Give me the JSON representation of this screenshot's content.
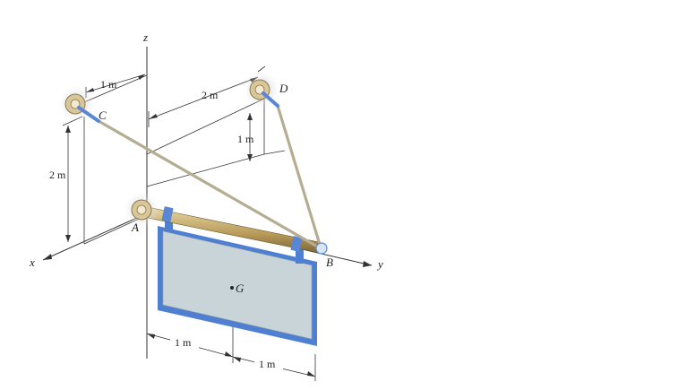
{
  "figure": {
    "axes": {
      "x": "x",
      "y": "y",
      "z": "z"
    },
    "points": {
      "A": "A",
      "B": "B",
      "C": "C",
      "D": "D",
      "G": "G"
    },
    "dimensions": {
      "c_offset": "1 m",
      "d_offset": "2 m",
      "d_height": "1 m",
      "c_height": "2 m",
      "sign_left": "1 m",
      "sign_right": "1 m"
    },
    "colors": {
      "sign_fill": "#c9d4d8",
      "sign_frame": "#4f7fd0",
      "rod": "#c9b27a",
      "cable": "#b5ad92",
      "bracket": "#d9c79a"
    }
  }
}
